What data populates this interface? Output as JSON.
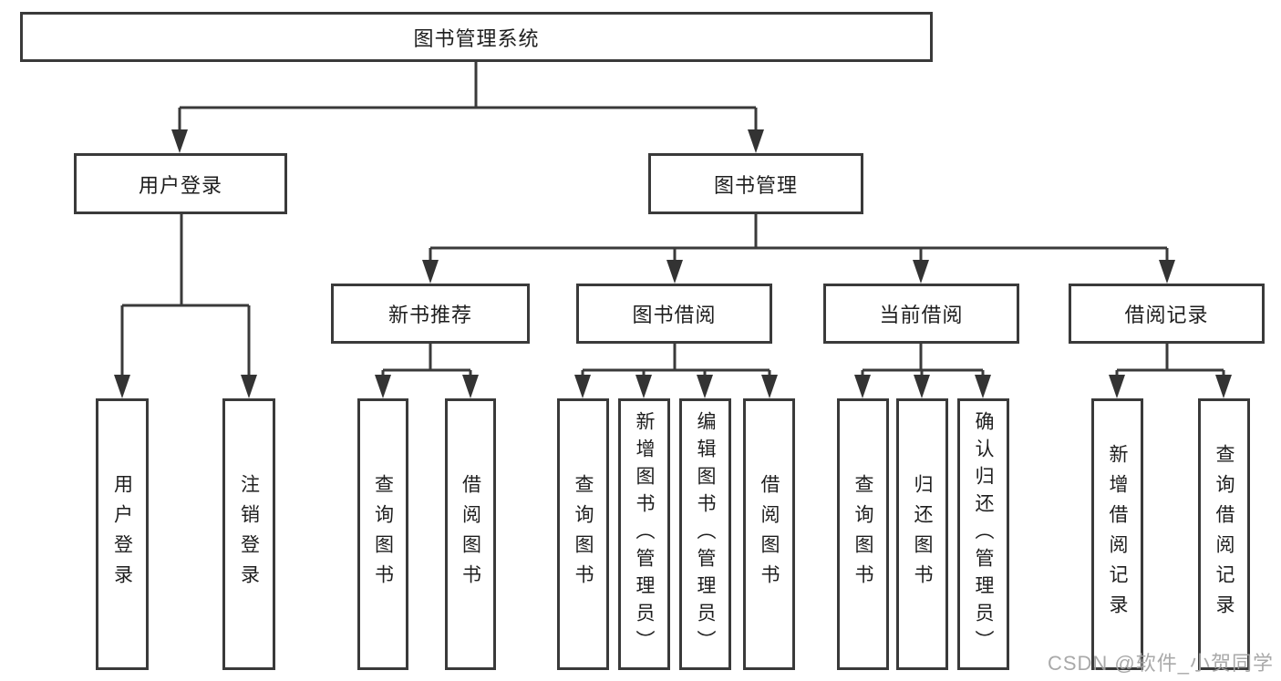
{
  "tree": {
    "root": {
      "label": "图书管理系统"
    },
    "branches": [
      {
        "label": "用户登录",
        "children": [
          {
            "label": "用户登录"
          },
          {
            "label": "注销登录"
          }
        ]
      },
      {
        "label": "图书管理",
        "children": [
          {
            "label": "新书推荐",
            "children": [
              {
                "label": "查询图书"
              },
              {
                "label": "借阅图书"
              }
            ]
          },
          {
            "label": "图书借阅",
            "children": [
              {
                "label": "查询图书"
              },
              {
                "label": "新增图书（管理员）"
              },
              {
                "label": "编辑图书（管理员）"
              },
              {
                "label": "借阅图书"
              }
            ]
          },
          {
            "label": "当前借阅",
            "children": [
              {
                "label": "查询图书"
              },
              {
                "label": "归还图书"
              },
              {
                "label": "确认归还（管理员）"
              }
            ]
          },
          {
            "label": "借阅记录",
            "children": [
              {
                "label": "新增借阅记录"
              },
              {
                "label": "查询借阅记录"
              }
            ]
          }
        ]
      }
    ]
  },
  "watermark": "CSDN @软件_小贺同学",
  "colors": {
    "line": "#3a3a3a",
    "text": "#1e1e1e",
    "background": "#ffffff",
    "watermark": "#a2a2a2"
  }
}
